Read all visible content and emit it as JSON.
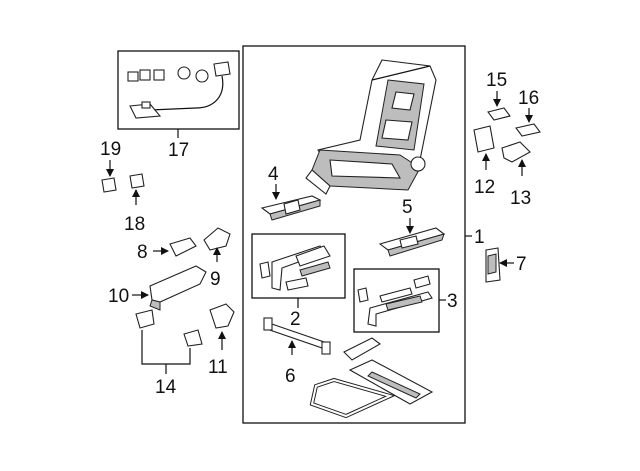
{
  "callouts": {
    "c1": "1",
    "c2": "2",
    "c3": "3",
    "c4": "4",
    "c5": "5",
    "c6": "6",
    "c7": "7",
    "c8": "8",
    "c9": "9",
    "c10": "10",
    "c11": "11",
    "c12": "12",
    "c13": "13",
    "c14": "14",
    "c15": "15",
    "c16": "16",
    "c17": "17",
    "c18": "18",
    "c19": "19"
  },
  "colors": {
    "line": "#111111",
    "shade": "#6b6b6b",
    "background": "#ffffff"
  }
}
